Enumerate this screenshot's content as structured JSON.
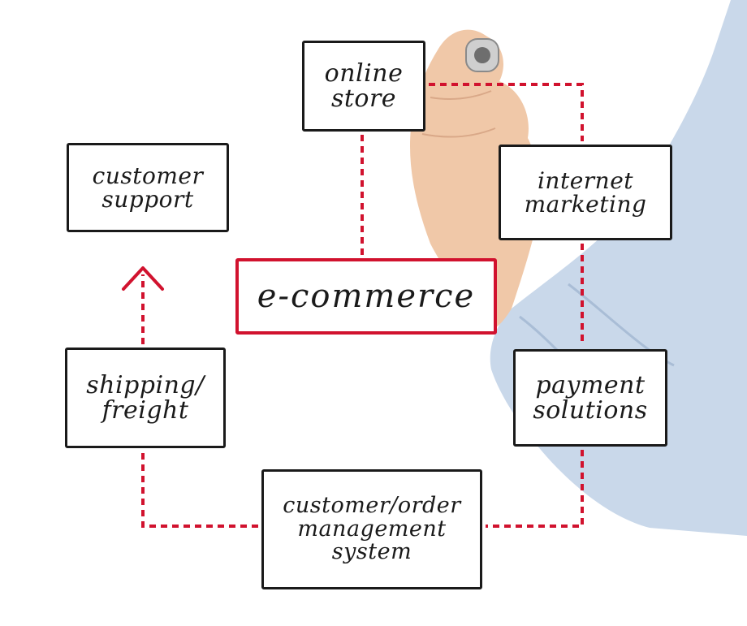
{
  "diagram": {
    "central": {
      "label": "e-commerce"
    },
    "nodes": {
      "online_store": {
        "lines": [
          "online",
          "store"
        ]
      },
      "customer_support": {
        "lines": [
          "customer",
          "support"
        ]
      },
      "internet_marketing": {
        "lines": [
          "internet",
          "marketing"
        ]
      },
      "shipping_freight": {
        "lines": [
          "shipping/",
          "freight"
        ]
      },
      "payment_solutions": {
        "lines": [
          "payment",
          "solutions"
        ]
      },
      "order_management": {
        "lines": [
          "customer/order",
          "management",
          "system"
        ]
      }
    },
    "colors": {
      "connector": "#d1122e",
      "box_border": "#1a1a1a",
      "central_border": "#d1122e",
      "sleeve": "#c9d8ea",
      "skin": "#f0c8a8"
    }
  }
}
